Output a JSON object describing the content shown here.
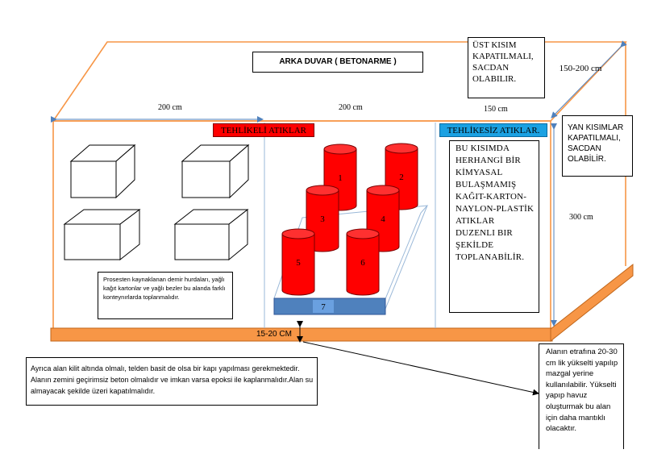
{
  "back_wall": "ARKA DUVAR  ( BETONARME )",
  "top_note": "ÜST KISIM KAPATILMALI, SACDAN OLABILIR.",
  "side_note": "YAN KISIMLAR KAPATILMALI, SACDAN OLABİLİR.",
  "dims": {
    "depth": "150-200 cm",
    "width_left": "200 cm",
    "width_mid": "200 cm",
    "width_right": "150 cm",
    "height": "300 cm",
    "curb": "15-20 CM"
  },
  "hazardous_label": "TEHLİKELİ  ATIKLAR",
  "nonhazardous_label": "TEHLİKESİZ  ATIKLAR.",
  "nonhazardous_text": "BU KISIMDA HERHANGİ BİR KİMYASAL BULAŞMAMIŞ KAĞIT-KARTON-NAYLON-PLASTİK ATIKLAR DUZENLI BIR ŞEKİLDE TOPLANABİLİR.",
  "scrap_note": "Prosesten kaynaklanan demir hurdaları, yağlı kağıt kartonlar ve yağlı bezler bu alanda farklı konteynırlarda toplanmalıdır.",
  "bottom_note": "Ayrıca alan kilit altında olmalı, telden basit de olsa bir kapı yapılması gerekmektedir. Alanın zemini geçirimsiz beton olmalıdır ve imkan varsa epoksi ile kaplanmalıdır.Alan su almayacak şekilde üzeri kapatılmalıdır.",
  "curb_note": "Alanın etrafına 20-30 cm lik yükselti yapılıp mazgal yerine kullanılabilir. Yükselti yapıp havuz oluşturmak bu alan için daha mantıklı olacaktır.",
  "barrels": [
    "1",
    "2",
    "3",
    "4",
    "5",
    "6"
  ],
  "pallet": "7",
  "colors": {
    "outline": "#f79646",
    "barrel": "#ff0000",
    "hazard_bg": "#ff0000",
    "safe_bg": "#1ba1e2",
    "pallet": "#4f81bd",
    "curb": "#f79646",
    "arrow": "#4f81bd"
  }
}
